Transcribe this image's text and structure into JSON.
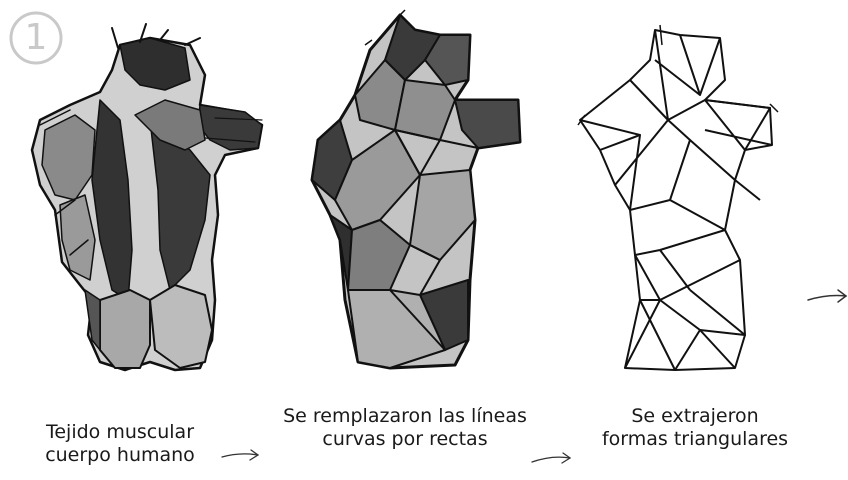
{
  "step_number": "1",
  "captions": {
    "muscle": {
      "line1": "Tejido muscular",
      "line2": "cuerpo humano"
    },
    "lines": {
      "line1": "Se remplazaron las líneas",
      "line2": "curvas por  rectas"
    },
    "triangles": {
      "line1": "Se extrajeron",
      "line2": "formas triangulares"
    }
  },
  "colors": {
    "ink": "#111111",
    "dark_shade": "#3a3a3a",
    "mid_shade": "#8a8a8a",
    "light_shade": "#c4c4c4",
    "badge": "#c9c9c9"
  },
  "icons": [
    "step-circle-icon",
    "arrow-right-icon"
  ]
}
